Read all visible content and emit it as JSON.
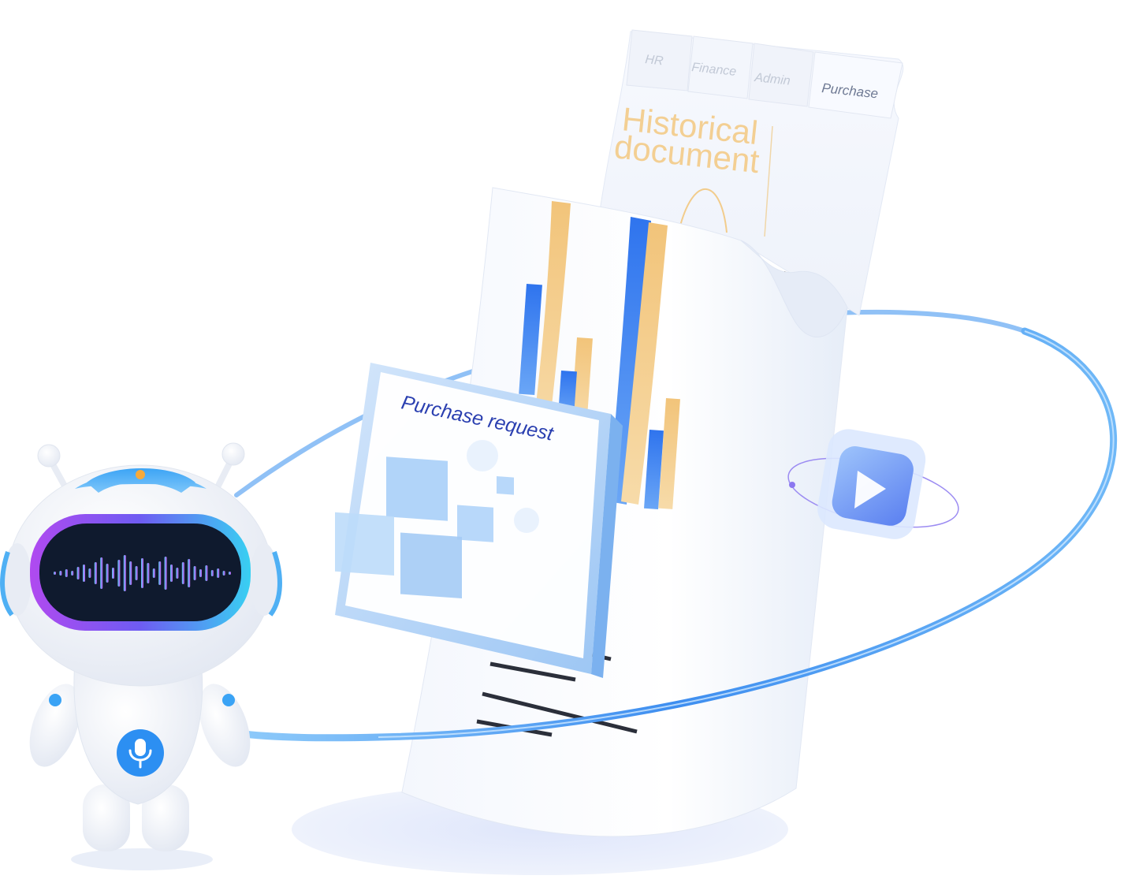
{
  "document": {
    "tabs": [
      {
        "label": "HR"
      },
      {
        "label": "Finance"
      },
      {
        "label": "Admin"
      },
      {
        "label": "Purchase"
      }
    ],
    "historical_line1": "Historical",
    "historical_line2": "document"
  },
  "purchase_card": {
    "title": "Purchase request"
  },
  "icons": {
    "robot": "robot-mascot",
    "microphone": "microphone-icon",
    "video": "video-play-icon"
  },
  "colors": {
    "accent_blue": "#2f7bf0",
    "accent_gold": "#f2c47a",
    "orbit_blue": "#5aa8f5",
    "historical_text": "#f3cf93",
    "purchase_text": "#2a3fb0"
  }
}
